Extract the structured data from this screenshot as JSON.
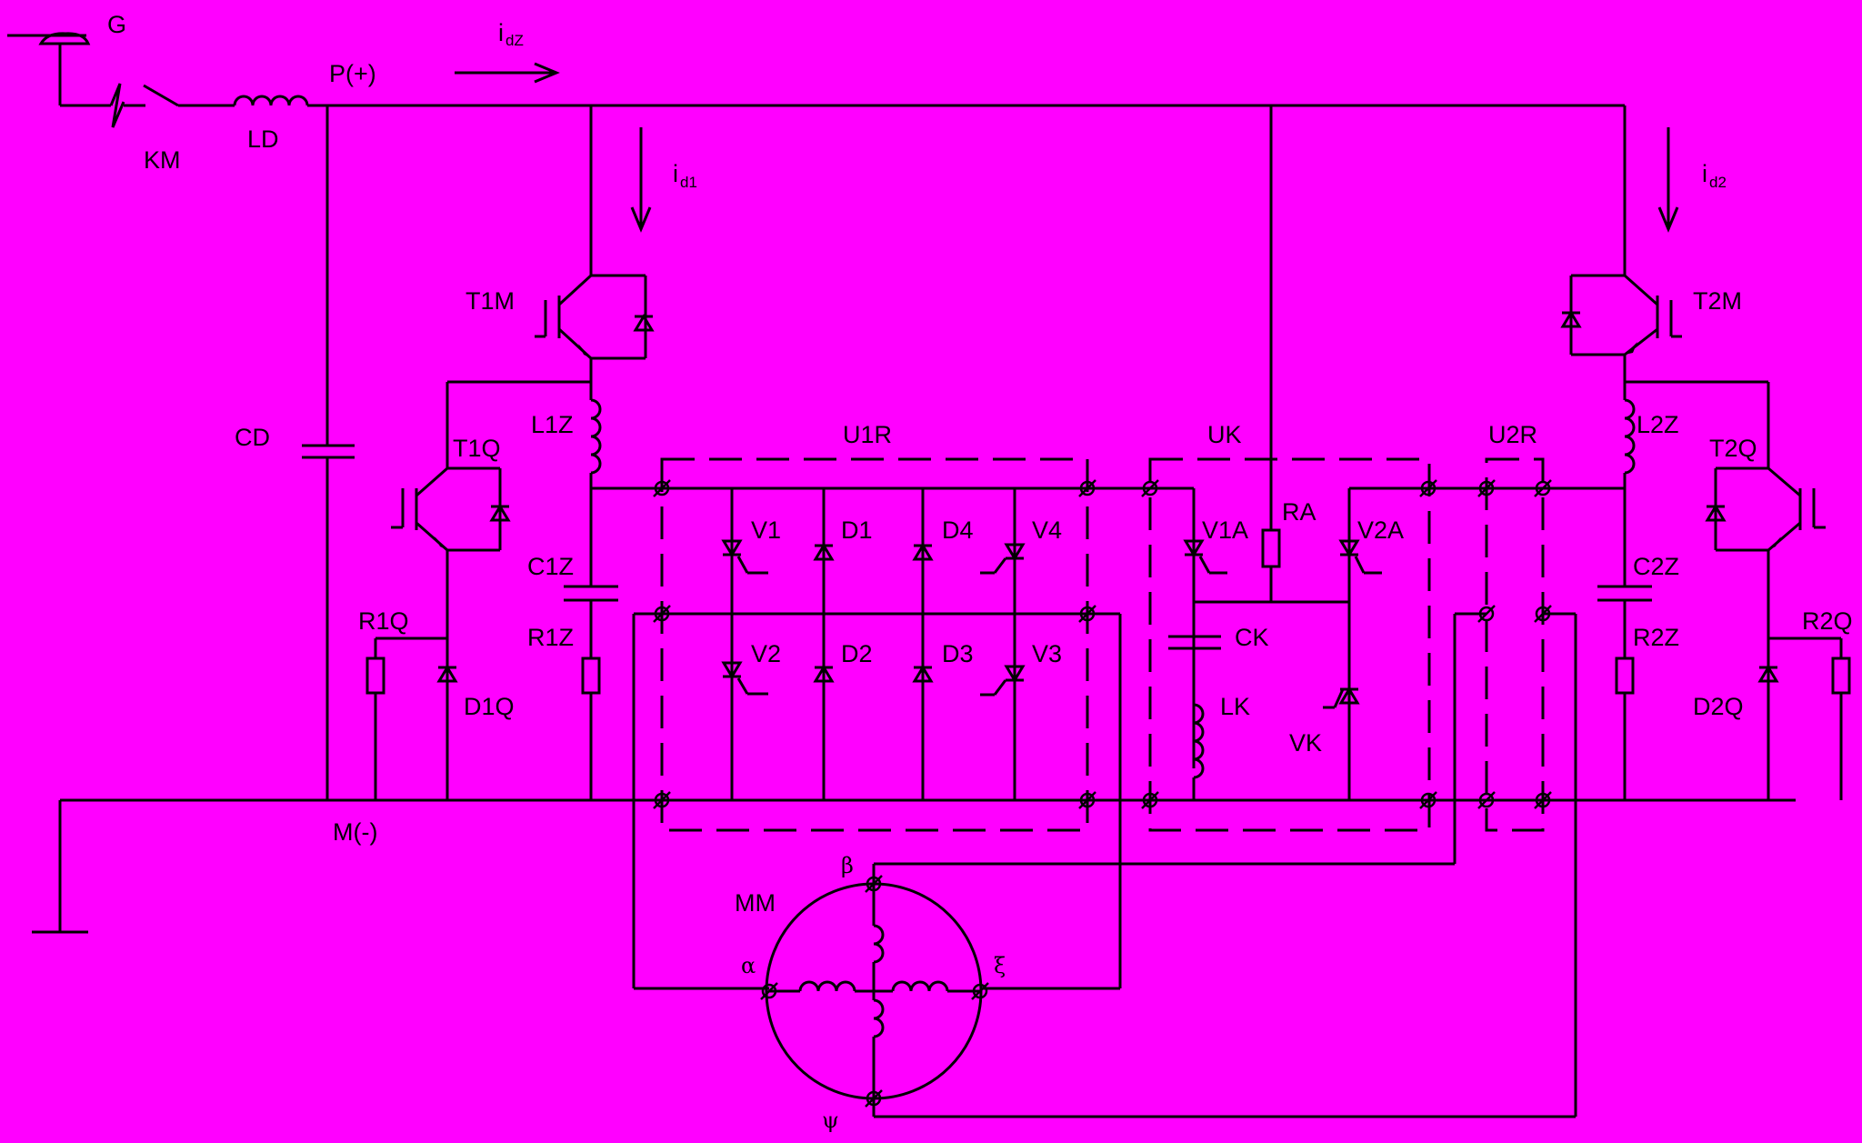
{
  "diagram": {
    "title": "",
    "background_color": "#ff00ff",
    "line_color": "#000000",
    "labels": {
      "g": "G",
      "km": "KM",
      "ld": "LD",
      "p": "P(+)",
      "idz_main": "i",
      "idz_sub": "dZ",
      "cd": "CD",
      "m": "M(-)",
      "id1_main": "i",
      "id1_sub": "d1",
      "t1m": "T1M",
      "l1z": "L1Z",
      "c1z": "C1Z",
      "r1z": "R1Z",
      "t1q": "T1Q",
      "r1q": "R1Q",
      "d1q": "D1Q",
      "u1r": "U1R",
      "v1": "V1",
      "d1": "D1",
      "d4": "D4",
      "v4": "V4",
      "v2": "V2",
      "d2": "D2",
      "d3": "D3",
      "v3": "V3",
      "uk": "UK",
      "v1a": "V1A",
      "ra": "RA",
      "v2a": "V2A",
      "ck": "CK",
      "lk": "LK",
      "vk": "VK",
      "u2r": "U2R",
      "id2_main": "i",
      "id2_sub": "d2",
      "t2m": "T2M",
      "l2z": "L2Z",
      "t2q": "T2Q",
      "c2z": "C2Z",
      "r2z": "R2Z",
      "r2q": "R2Q",
      "d2q": "D2Q",
      "mm": "MM",
      "beta": "β",
      "alpha": "α",
      "xi": "ξ",
      "psi": "ψ"
    }
  }
}
